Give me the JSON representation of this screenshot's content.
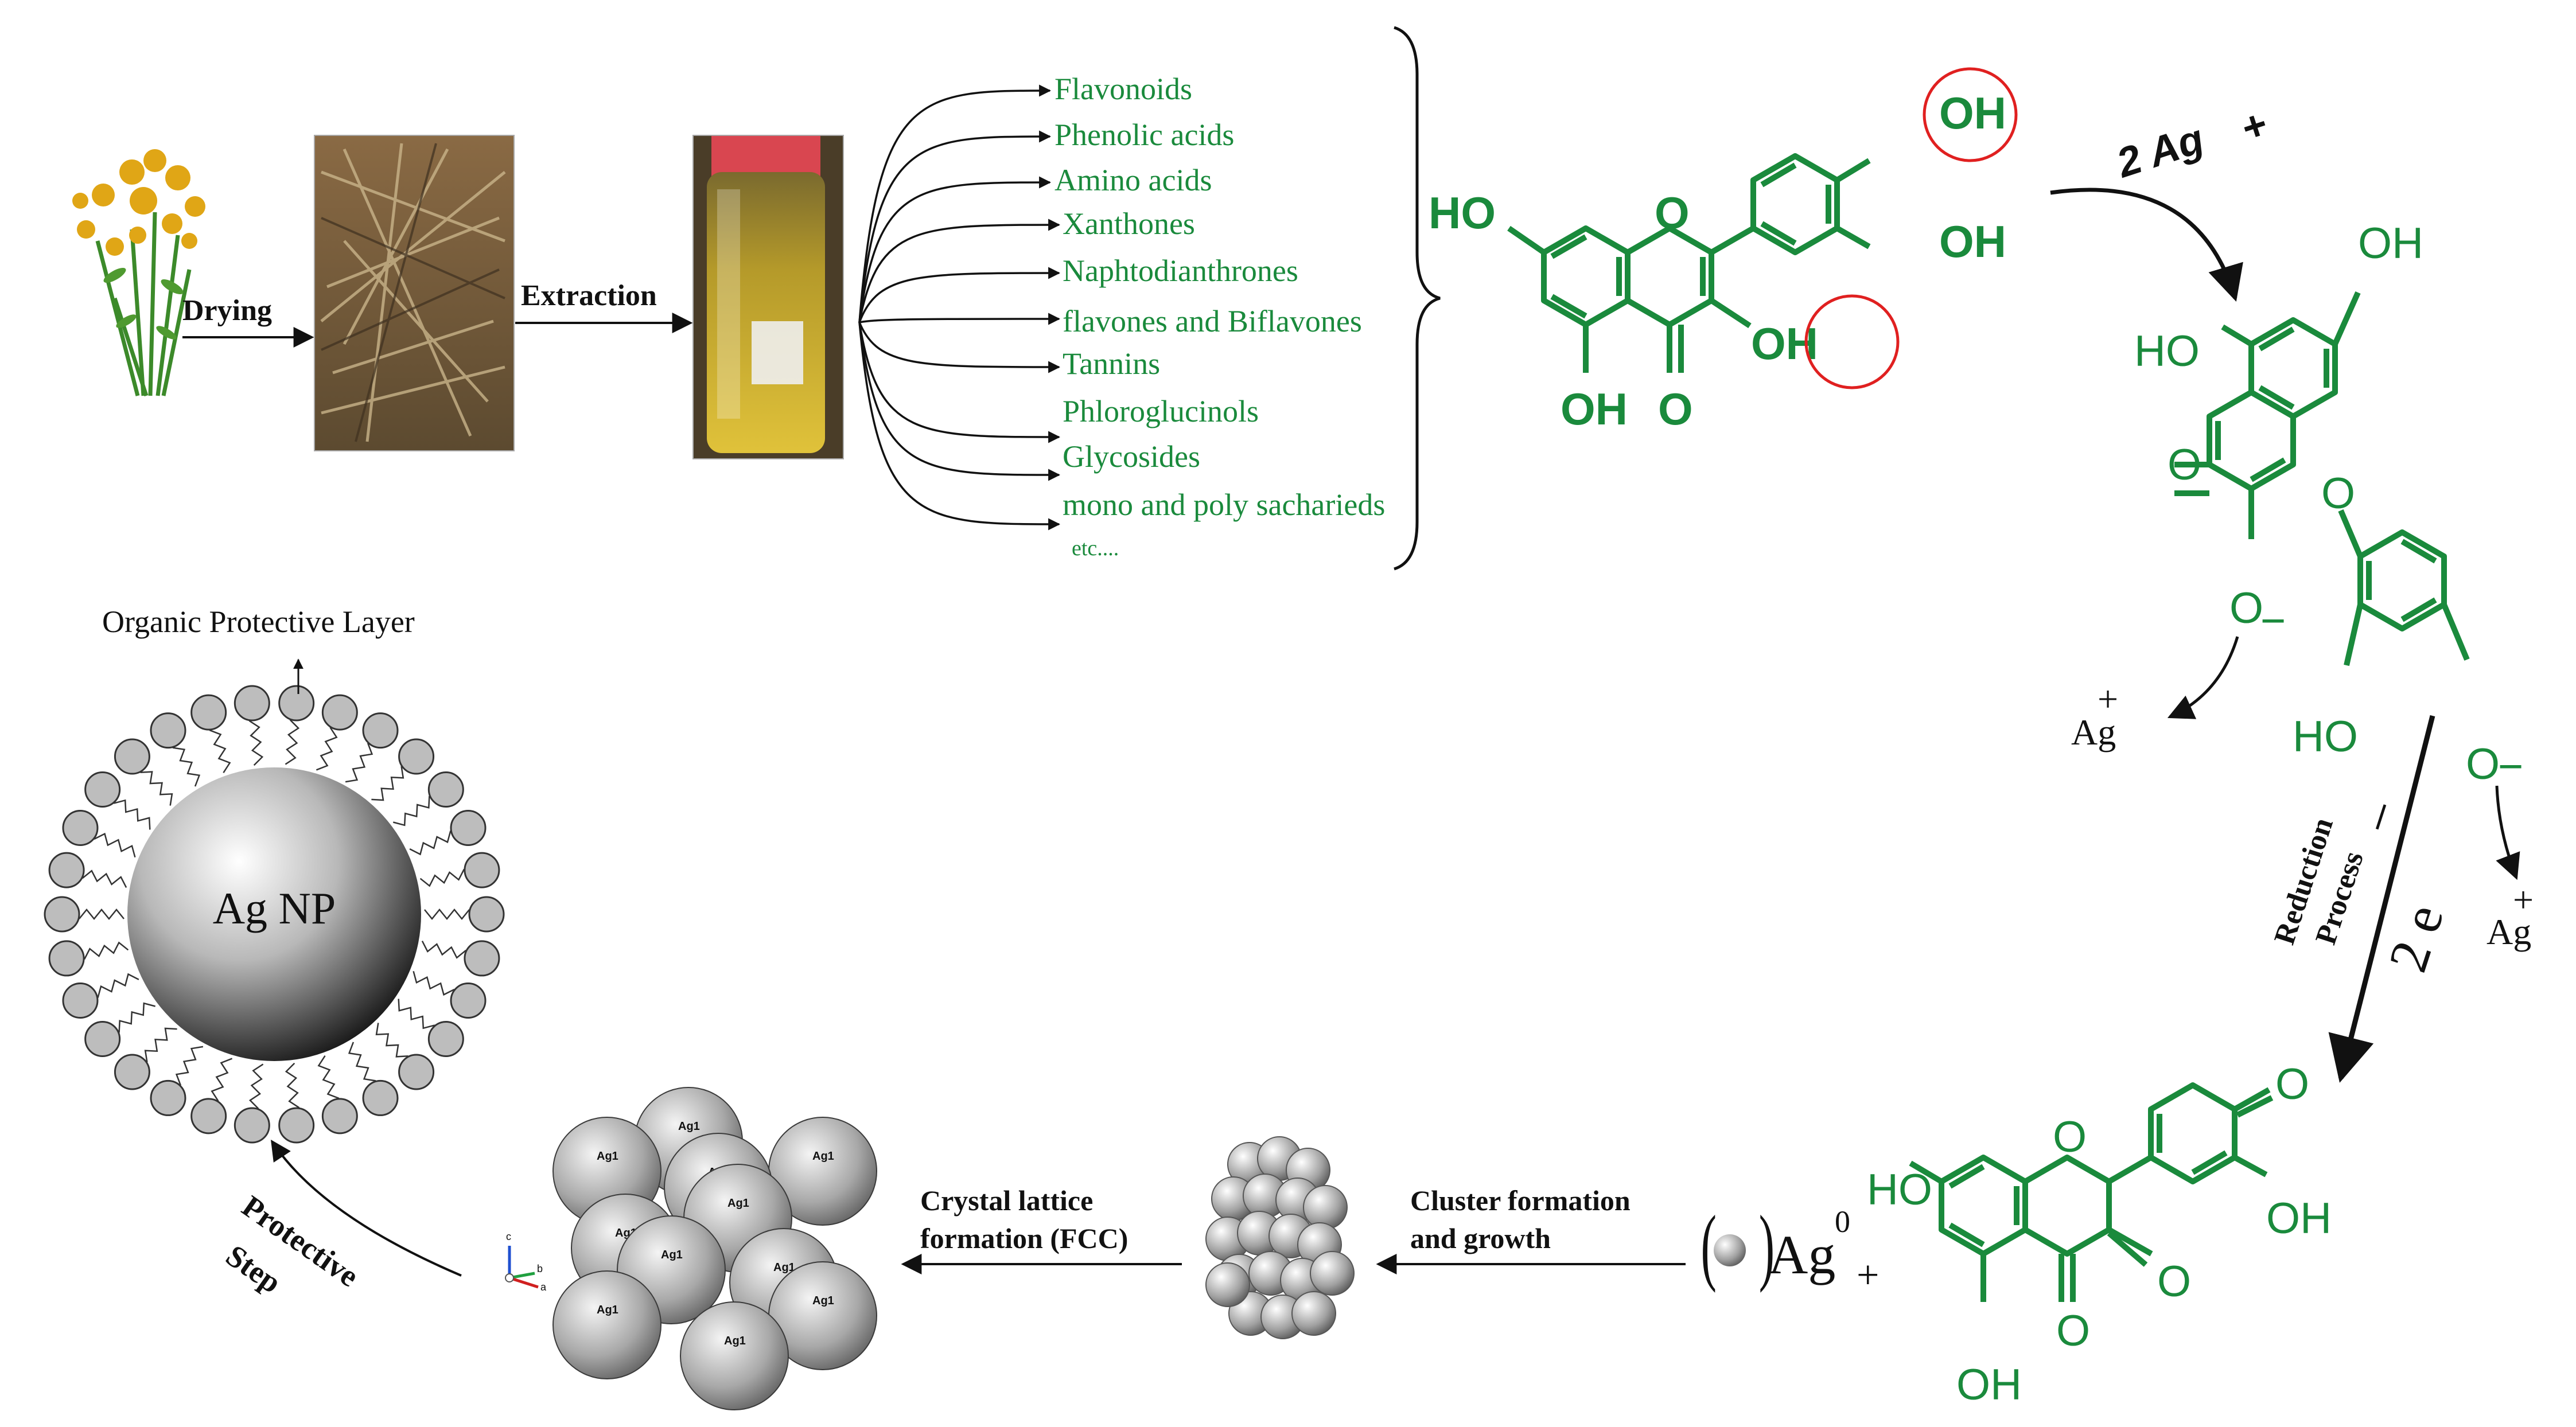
{
  "colors": {
    "green": "#1a8a3c",
    "black": "#111111",
    "red": "#e02020",
    "sphere_light": "#e6e6e6",
    "sphere_dark": "#5a5a5a"
  },
  "steps": {
    "drying": "Drying",
    "extraction": "Extraction",
    "cluster_line1": "Cluster formation",
    "cluster_line2": "and growth",
    "crystal_line1": "Crystal lattice",
    "crystal_line2": "formation (FCC)",
    "protective_line1": "Protective",
    "protective_line2": "Step",
    "reduction_line1": "Reduction",
    "reduction_line2": "Process"
  },
  "compounds": [
    "Flavonoids",
    "Phenolic acids",
    "Amino acids",
    "Xanthones",
    "Naphtodianthrones",
    "flavones and Biflavones",
    "Tannins",
    "Phloroglucinols",
    "Glycosides",
    "mono and poly sacharieds",
    "etc...."
  ],
  "molecule1": {
    "ho_left": "HO",
    "oh_top_right": "OH",
    "oh_right": "OH",
    "oh_mid": "OH",
    "oh_bottom": "OH",
    "ring_o": "O",
    "keto_o": "O"
  },
  "molecule2": {
    "oh_top": "OH",
    "ho_left": "HO",
    "keto_o": "O",
    "ring_o": "O",
    "phenolate_o1": "O",
    "phenolate_o2": "O",
    "ho_bottom": "HO",
    "minus": "−"
  },
  "molecule3": {
    "ho_left": "HO",
    "ring_o": "O",
    "oh_bottom": "OH",
    "keto_o1": "O",
    "keto_o2": "O",
    "quinone_o": "O",
    "oh_right": "OH"
  },
  "ions": {
    "ag_plus_label": "2 Ag",
    "plus": "+",
    "ag": "Ag",
    "electrons_label": "2 e",
    "electron_minus": "−",
    "ag0_base": "Ag",
    "ag0_sup": "0"
  },
  "lattice": {
    "atom_label": "Ag1",
    "axes": [
      "c",
      "b",
      "a"
    ]
  },
  "nanoparticle": {
    "core_label": "Ag NP",
    "layer_label": "Organic Protective Layer"
  },
  "photos": [
    "plant-photo",
    "dried-herb-photo",
    "extract-bottle-photo"
  ]
}
